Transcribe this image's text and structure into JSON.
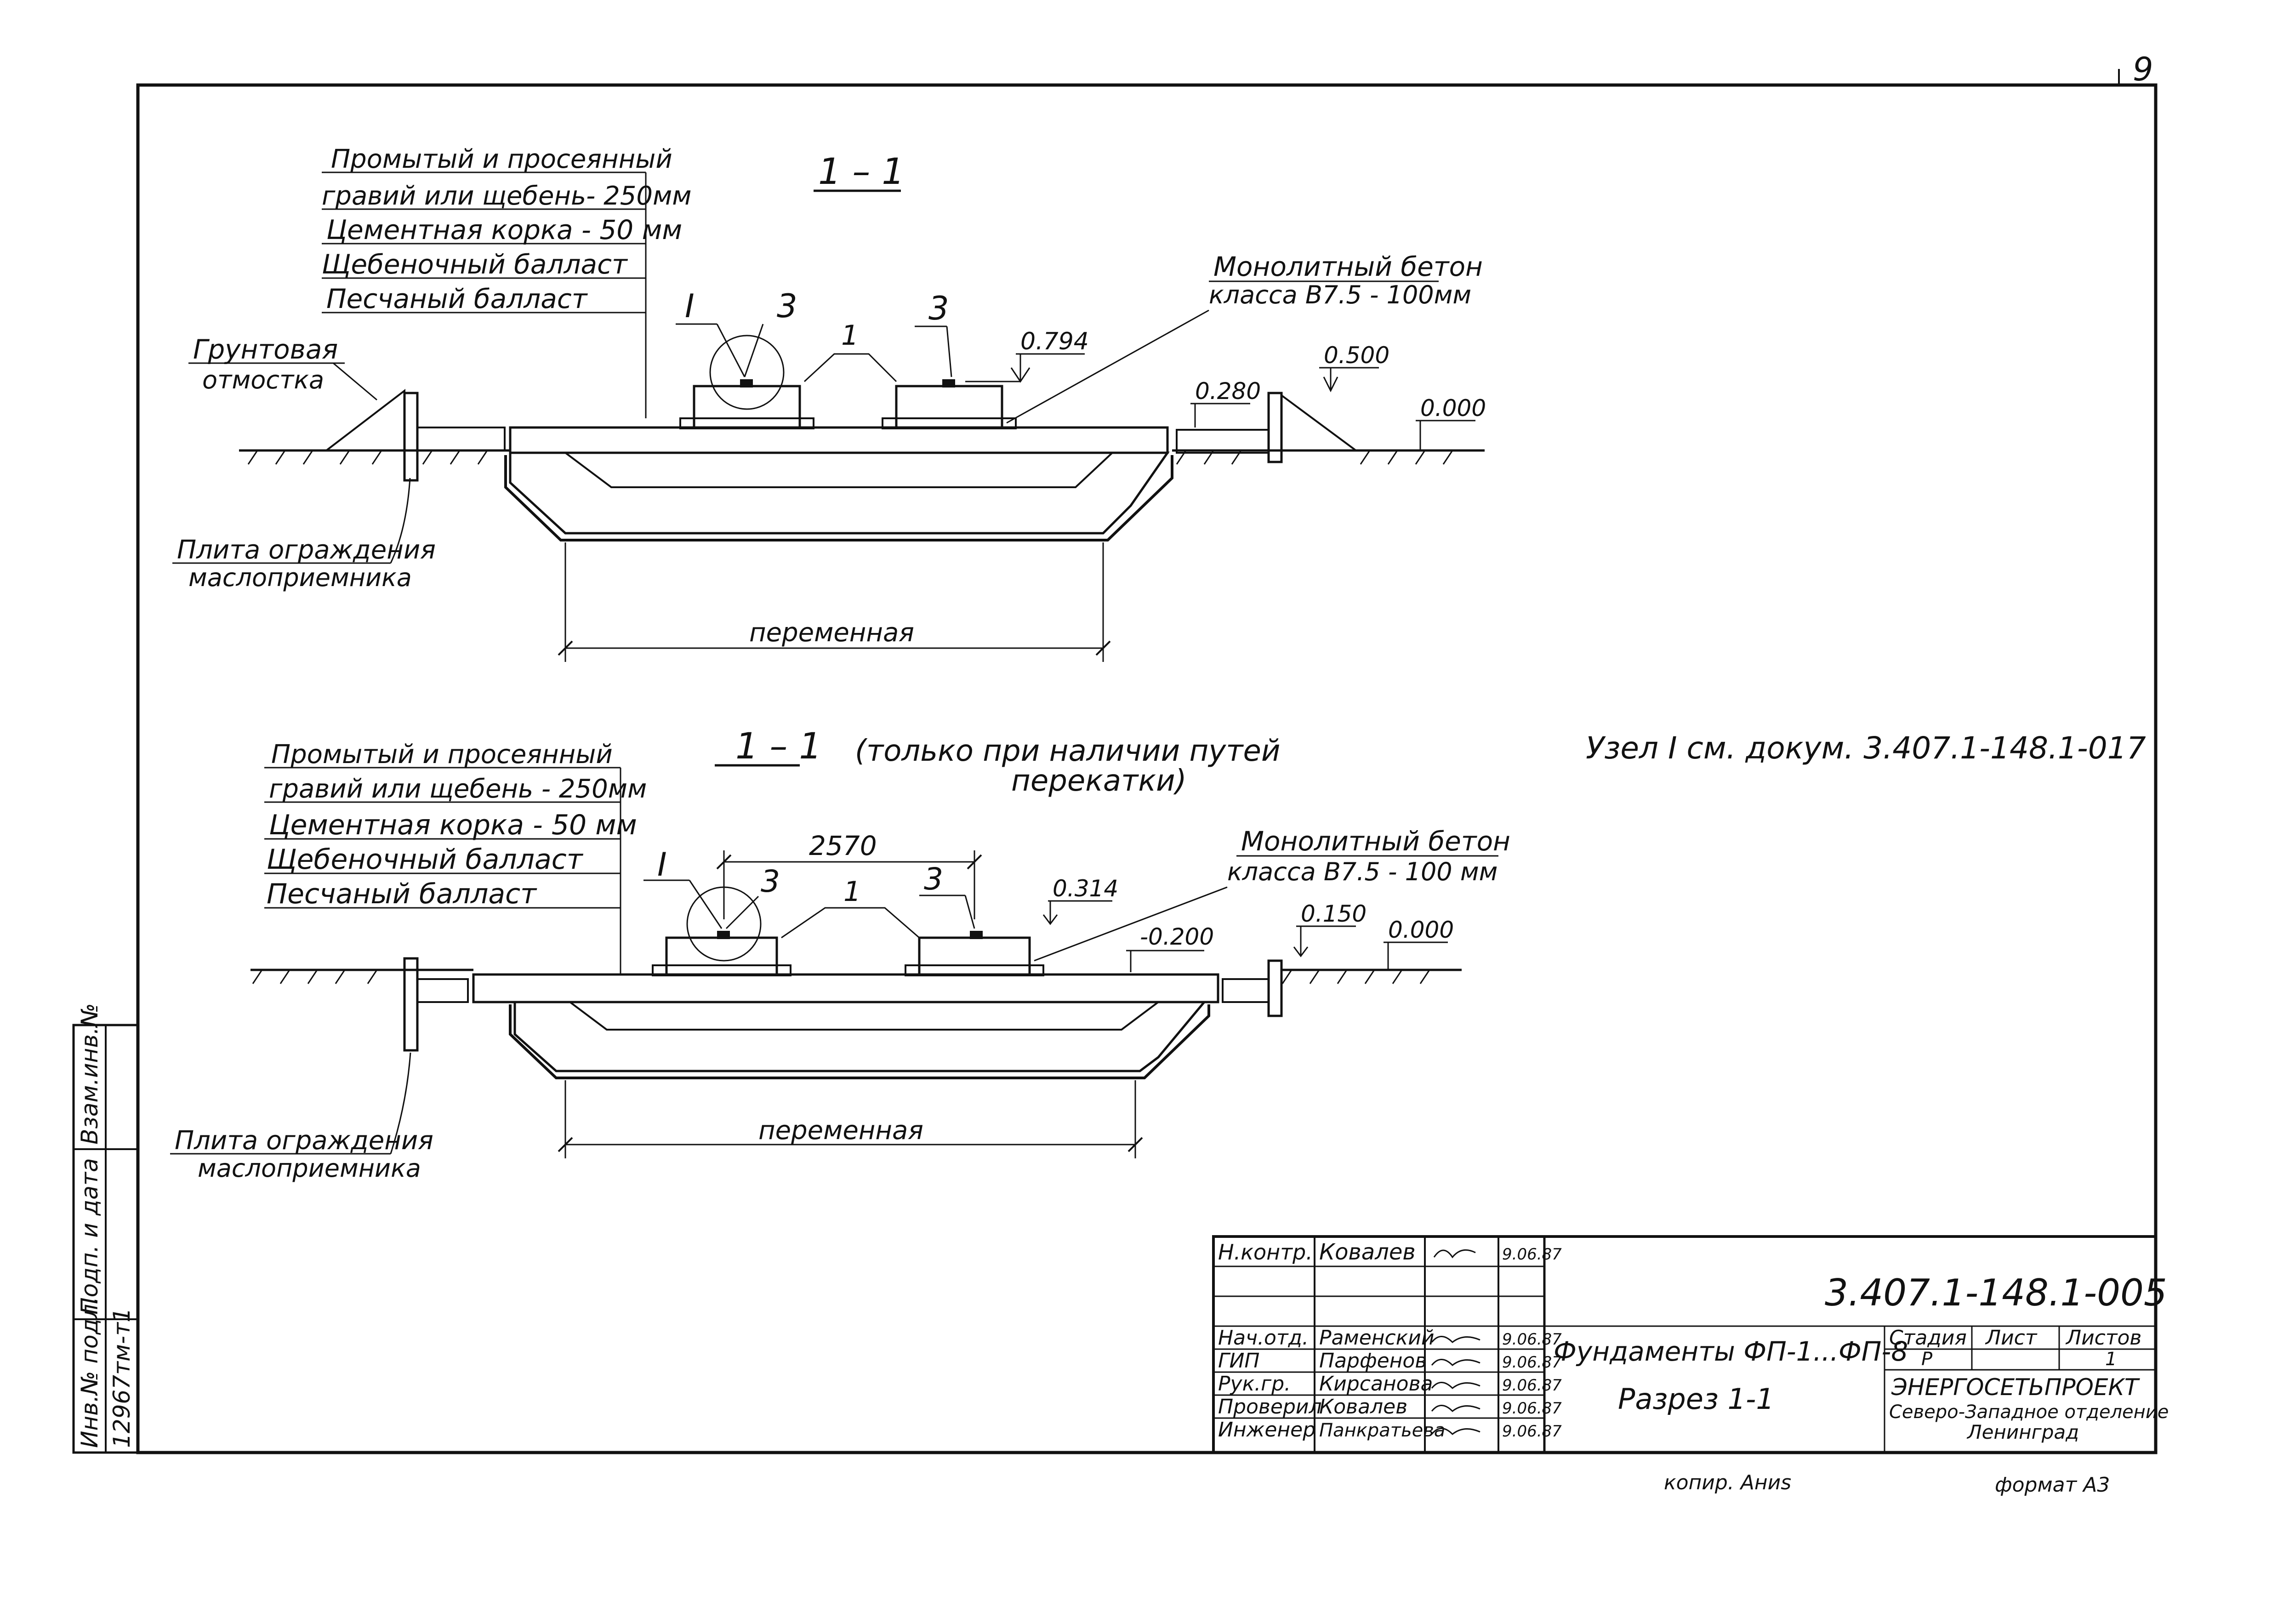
{
  "page_number": "9",
  "section_top": {
    "title": "1 – 1",
    "layers": [
      "Промытый и просеянный",
      "гравий или щебень- 250мм",
      "Цементная корка - 50 мм",
      "Щебеночный балласт",
      "Песчаный балласт"
    ],
    "ground_label_1": "Грунтовая",
    "ground_label_2": "отмостка",
    "concrete_1": "Монолитный бетон",
    "concrete_2": "класса В7.5 - 100мм",
    "node": "I",
    "mark_3": "3",
    "mark_1": "1",
    "elev_a": "0.794",
    "elev_b": "0.280",
    "elev_c": "0.500",
    "elev_d": "0.000",
    "plate_1": "Плита ограждения",
    "plate_2": "маслоприемника",
    "dimension": "переменная"
  },
  "section_bottom": {
    "title": "1 – 1",
    "note_1": "(только при наличии путей",
    "note_2": "перекатки)",
    "layers": [
      "Промытый и просеянный",
      "гравий или щебень - 250мм",
      "Цементная корка - 50 мм",
      "Щебеночный балласт",
      "Песчаный балласт"
    ],
    "concrete_1": "Монолитный бетон",
    "concrete_2": "класса В7.5 - 100 мм",
    "node": "I",
    "mark_3": "3",
    "mark_1": "1",
    "span": "2570",
    "elev_a": "0.314",
    "elev_b": "-0.200",
    "elev_c": "0.150",
    "elev_d": "0.000",
    "plate_1": "Плита ограждения",
    "plate_2": "маслоприемника",
    "dimension": "переменная"
  },
  "node_note": "Узел I см. докум. 3.407.1-148.1-017",
  "side_stamp": {
    "inv": "Инв.№ подл.",
    "inv_val": "12967тм-т1",
    "sign": "Подп. и дата",
    "vzam": "Взам.инв.№"
  },
  "title_block": {
    "doc_code": "3.407.1-148.1-005",
    "rows": [
      {
        "role": "Н.контр.",
        "name": "Ковалев",
        "sign": "подп.",
        "date": "9.06.87"
      },
      {
        "role": "",
        "name": "",
        "sign": "",
        "date": ""
      },
      {
        "role": "Нач.отд.",
        "name": "Раменский",
        "sign": "подп.",
        "date": "9.06.87"
      },
      {
        "role": "ГИП",
        "name": "Парфенов",
        "sign": "подп.",
        "date": "9.06.87"
      },
      {
        "role": "Рук.гр.",
        "name": "Кирсанова",
        "sign": "подп.",
        "date": "9.06.87"
      },
      {
        "role": "Проверил",
        "name": "Ковалев",
        "sign": "подп.",
        "date": "9.06.87"
      },
      {
        "role": "Инженер",
        "name": "Панкратьева",
        "sign": "подп.",
        "date": "9.06.87"
      }
    ],
    "name_1": "Фундаменты ФП-1...ФП-8",
    "name_2": "Разрез 1-1",
    "stage_h": "Стадия",
    "sheet_h": "Лист",
    "sheets_h": "Листов",
    "stage_v": "Р",
    "sheets_v": "1",
    "org_1": "ЭНЕРГОСЕТЬПРОЕКТ",
    "org_2": "Северо-Западное отделение",
    "org_3": "Ленинград"
  },
  "copy": "копир. Аниѕ",
  "format": "формат А3"
}
